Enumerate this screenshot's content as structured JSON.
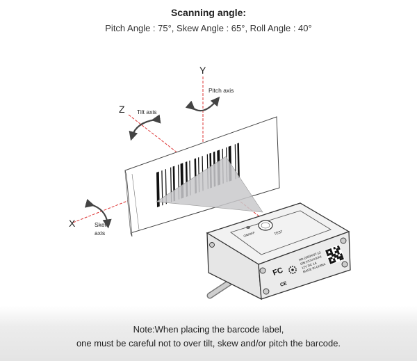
{
  "header": {
    "title": "Scanning angle:",
    "angles": "Pitch Angle : 75°, Skew Angle : 65°, Roll Angle : 40°"
  },
  "axes": {
    "y": "Y",
    "z": "Z",
    "x": "X",
    "pitch": "Pitch axis",
    "tilt": "Tilt axis",
    "skew_line1": "Skew",
    "skew_line2": "axis"
  },
  "device": {
    "button_left": "ON/OFF",
    "button_right": "TEST",
    "fc_mark": "FC",
    "ce_mark": "CE",
    "label_lines": [
      "HR-2000ANT-13",
      "S/N:XXXXXXXX",
      "12V DC 1A",
      "MADE IN CHINA"
    ]
  },
  "note": {
    "line1": "Note:When placing the barcode label,",
    "line2": "one must be careful not to over tilt, skew and/or pitch the barcode."
  }
}
